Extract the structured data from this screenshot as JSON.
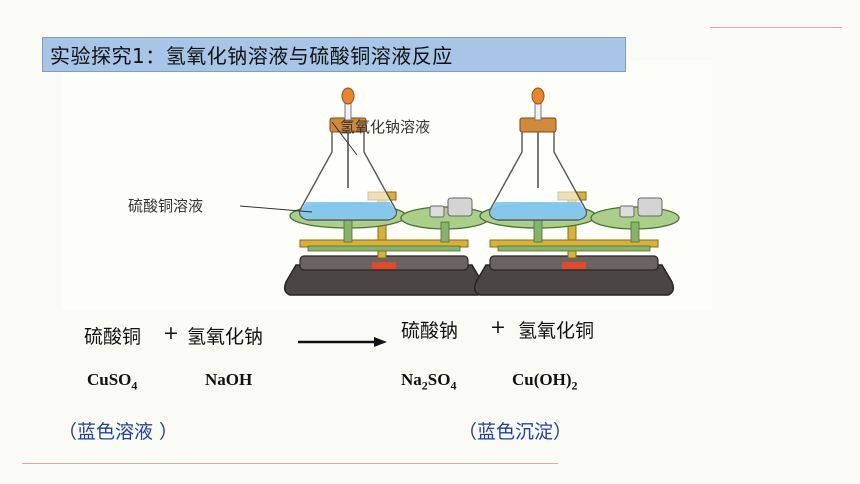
{
  "title": "实验探究1：氢氧化钠溶液与硫酸铜溶液反应",
  "figure": {
    "label_naoh": "氢氧化钠溶液",
    "label_cuso4": "硫酸铜溶液"
  },
  "equation": {
    "reactant1_cn": "硫酸铜",
    "plus1": "+",
    "reactant2_cn": "氢氧化钠",
    "product1_cn": "硫酸钠",
    "plus2": "+",
    "product2_cn": "氢氧化铜"
  },
  "formulas": {
    "cuso4": {
      "main": "CuSO",
      "sub": "4"
    },
    "naoh": {
      "main": "NaOH"
    },
    "na2so4": {
      "a": "Na",
      "sub1": "2",
      "b": "SO",
      "sub2": "4"
    },
    "cuoh2": {
      "main": "Cu(OH)",
      "sub": "2"
    }
  },
  "observations": {
    "reactant": "（蓝色溶液 ）",
    "product": "（蓝色沉淀）"
  },
  "colors": {
    "title_bg": "#a7c5e6",
    "observation_text": "#1d3fa8",
    "solution": "#7cc4ee",
    "brass": "#d9b13a",
    "pan": "#86b36a"
  }
}
